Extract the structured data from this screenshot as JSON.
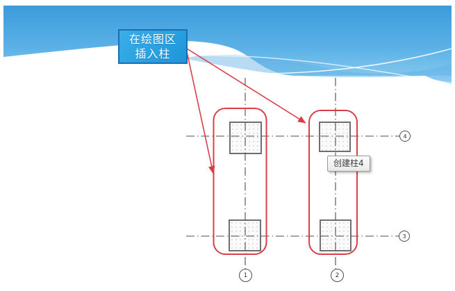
{
  "slide": {
    "callout": {
      "line1": "在绘图区",
      "line2": "插入柱"
    },
    "tooltip": {
      "label": "创建柱4"
    },
    "bubbles": {
      "b1": "1",
      "b2": "2",
      "b3": "3",
      "b4": "4"
    },
    "columns": {
      "count": 4,
      "description_names": [
        "column-top-left",
        "column-top-right",
        "column-bottom-left",
        "column-bottom-right"
      ]
    },
    "colors": {
      "sky_top": "#3c9bdb",
      "sky_bottom": "#8ecdf1",
      "callout_fill": "#29a0e0",
      "callout_border": "#1a6fb2",
      "annotation_red": "#d93e48",
      "grid_line": "#4c4c4c",
      "column_border": "#6f6f6f",
      "tooltip_border": "#9a9a9a"
    }
  }
}
